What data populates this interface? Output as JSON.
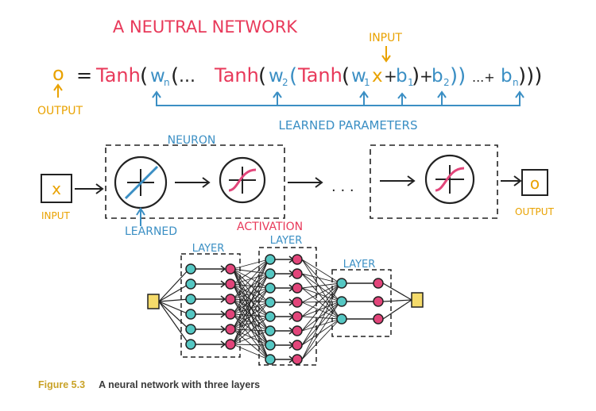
{
  "title": "A NEUTRAL NETWORK",
  "colors": {
    "red": "#e8395a",
    "blue": "#3b8fc4",
    "yellow": "#e9a200",
    "ink": "#222222",
    "teal": "#55c7c3",
    "pink": "#e2457a",
    "input_fill": "#f5db6b",
    "caption_number": "#c9a227"
  },
  "equation": {
    "output_symbol": "o",
    "equals": "=",
    "tanh": "Tanh",
    "open_paren": "(",
    "close_paren": ")",
    "close_parens": "))",
    "close_parens_triple": ")))",
    "ellipsis": "...",
    "ellipsis_plus": "...+",
    "plus": "+",
    "x": "x",
    "w": "w",
    "b": "b",
    "sub_n": "n",
    "sub_2": "2",
    "sub_1": "1",
    "input_label": "INPUT",
    "output_label": "OUTPUT",
    "learned_parameters_label": "LEARNED PARAMETERS"
  },
  "neuron_row": {
    "input_label": "INPUT",
    "input_symbol": "x",
    "output_label": "OUTPUT",
    "output_symbol": "o",
    "neuron_label": "NEURON",
    "learned_label": "LEARNED",
    "activation_label": "ACTIVATION",
    "dots": "· · ·"
  },
  "layers": {
    "label_1": "LAYER",
    "label_2": "LAYER",
    "label_3": "LAYER"
  },
  "caption": {
    "number": "Figure 5.3",
    "text": "A neural network with three layers"
  }
}
